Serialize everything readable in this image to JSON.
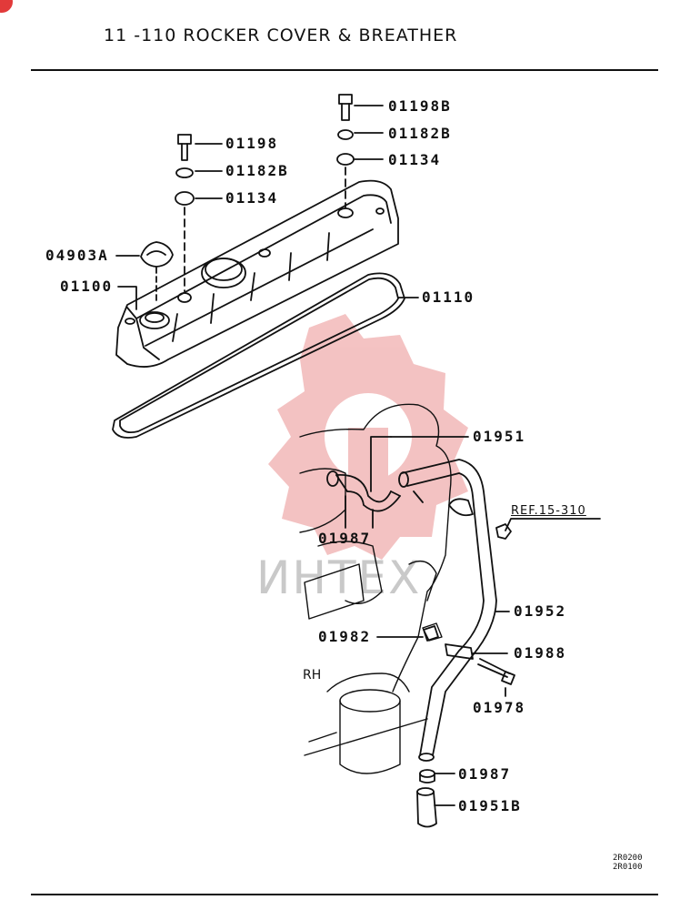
{
  "header": {
    "title": "11 -110  ROCKER COVER & BREATHER"
  },
  "parts": {
    "p01198B": "01198B",
    "p01182B_top": "01182B",
    "p01134_top": "01134",
    "p01198": "01198",
    "p01182B": "01182B",
    "p01134": "01134",
    "p04903A": "04903A",
    "p01100": "01100",
    "p01110": "01110",
    "p01951": "01951",
    "p01987_top": "01987",
    "p01952": "01952",
    "p01982": "01982",
    "p01988": "01988",
    "p01978": "01978",
    "p01987_bottom": "01987",
    "p01951B": "01951B"
  },
  "ref_label": "REF.15-310",
  "side_label": "RH",
  "footer_codes": [
    "2R0200",
    "2R0100"
  ],
  "watermark": "ИНТЕХ",
  "colors": {
    "line": "#111111",
    "watermark_red": "#f2b8b8",
    "watermark_gray": "#c9c9c9",
    "badge": "#e23a3a"
  }
}
